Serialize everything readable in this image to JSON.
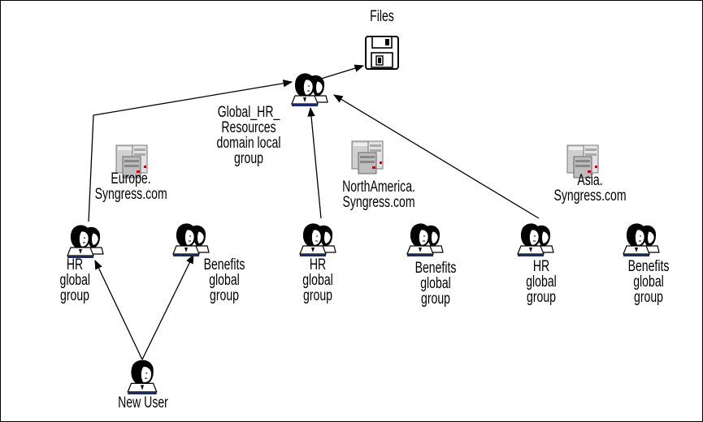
{
  "files": {
    "label": "Files",
    "icon": "floppy-disk-icon"
  },
  "resources_group": {
    "lines": [
      "Global_HR_",
      "Resources",
      "domain local",
      "group"
    ],
    "icon": "user-group-icon"
  },
  "domains": [
    {
      "id": "europe",
      "lines": [
        "Europe.",
        "Syngress.com"
      ],
      "icon": "server-icon"
    },
    {
      "id": "northamerica",
      "lines": [
        "NorthAmerica.",
        "Syngress.com"
      ],
      "icon": "server-icon"
    },
    {
      "id": "asia",
      "lines": [
        "Asia.",
        "Syngress.com"
      ],
      "icon": "server-icon"
    }
  ],
  "groups": [
    {
      "id": "hr-europe",
      "lines": [
        "HR",
        "global",
        "group"
      ],
      "icon": "user-group-icon"
    },
    {
      "id": "benefits-europe",
      "lines": [
        "Benefits",
        "global",
        "group"
      ],
      "icon": "user-group-icon"
    },
    {
      "id": "hr-northamerica",
      "lines": [
        "HR",
        "global",
        "group"
      ],
      "icon": "user-group-icon"
    },
    {
      "id": "benefits-northamerica",
      "lines": [
        "Benefits",
        "global",
        "group"
      ],
      "icon": "user-group-icon"
    },
    {
      "id": "hr-asia",
      "lines": [
        "HR",
        "global",
        "group"
      ],
      "icon": "user-group-icon"
    },
    {
      "id": "benefits-asia",
      "lines": [
        "Benefits",
        "global",
        "group"
      ],
      "icon": "user-group-icon"
    }
  ],
  "new_user": {
    "label": "New User",
    "icon": "user-icon"
  },
  "links": [
    {
      "from": "resources-group",
      "to": "files"
    },
    {
      "from": "hr-europe",
      "to": "resources-group"
    },
    {
      "from": "hr-northamerica",
      "to": "resources-group"
    },
    {
      "from": "hr-asia",
      "to": "resources-group"
    },
    {
      "from": "new-user",
      "to": "hr-europe"
    },
    {
      "from": "new-user",
      "to": "benefits-europe"
    }
  ]
}
